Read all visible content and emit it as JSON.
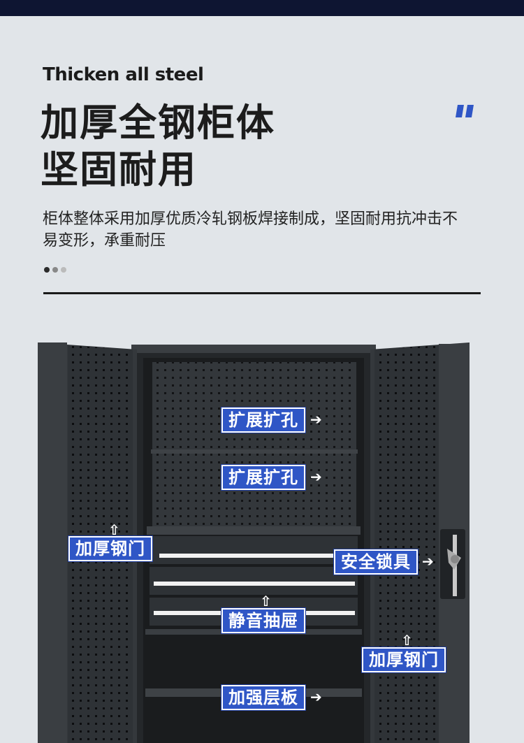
{
  "header": {
    "en_title": "Thicken all steel",
    "cn_title_line1": "加厚全钢柜体",
    "cn_title_line2": "坚固耐用",
    "description": "柜体整体采用加厚优质冷轧钢板焊接制成，坚固耐用抗冲击不易变形，承重耐压"
  },
  "carousel": {
    "dots": [
      "#2b2b2b",
      "#888888",
      "#bbbbbb"
    ]
  },
  "callouts": {
    "expand_hole_1": "扩展扩孔",
    "expand_hole_2": "扩展扩孔",
    "thick_door_left": "加厚钢门",
    "safety_lock": "安全锁具",
    "silent_drawer": "静音抽屉",
    "thick_door_right": "加厚钢门",
    "reinforced_shelf": "加强层板"
  },
  "colors": {
    "accent": "#2f56c6",
    "cabinet": "#2c2f33",
    "background": "#e1e5e9",
    "topbar": "#0e1532"
  }
}
